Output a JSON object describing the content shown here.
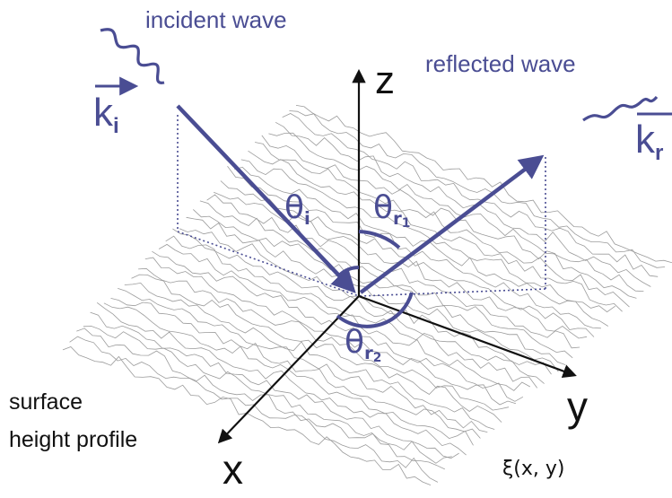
{
  "labels": {
    "incident_wave": "incident wave",
    "reflected_wave": "reflected wave",
    "k_incident": "k",
    "k_incident_sub": "i",
    "k_reflected": "k",
    "k_reflected_sub": "r",
    "axis_z": "z",
    "axis_x": "x",
    "axis_y": "y",
    "theta_i": "θ",
    "theta_i_sub": "i",
    "theta_r1": "θ",
    "theta_r1_sub": "r",
    "theta_r1_subsub": "1",
    "theta_r2": "θ",
    "theta_r2_sub": "r",
    "theta_r2_subsub": "2",
    "surface_line1": "surface",
    "surface_line2": "height profile",
    "profile_function": "ξ(x, y)"
  },
  "colors": {
    "wave_blue": "#4a4d93",
    "axis_black": "#111111",
    "surface_gray": "#8a8a8a"
  },
  "icons": {
    "incident_wave": "wavy-line-icon",
    "reflected_wave": "wavy-line-icon"
  }
}
